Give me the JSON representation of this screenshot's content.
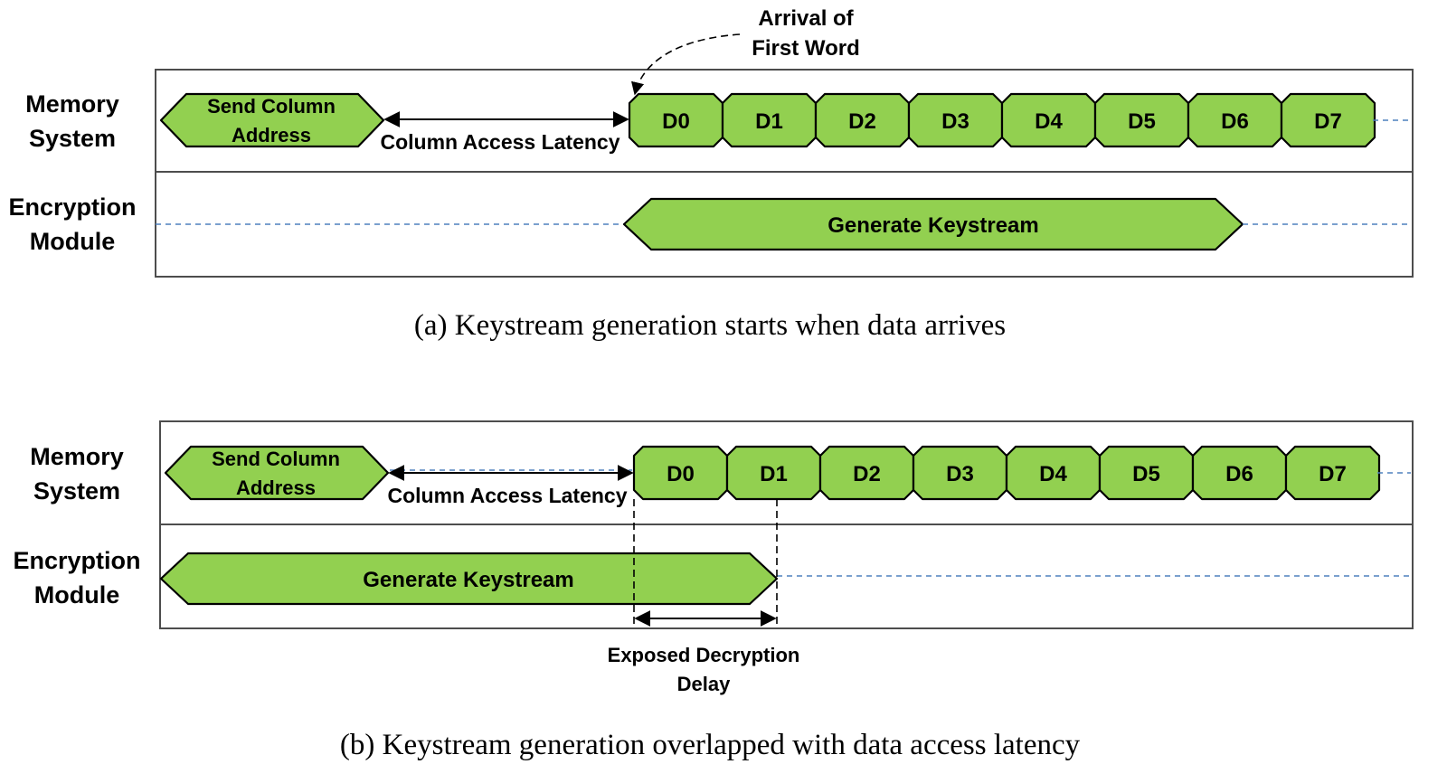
{
  "panels": [
    {
      "id": "a",
      "row_labels": {
        "memory": [
          "Memory",
          "System"
        ],
        "encryption": [
          "Encryption",
          "Module"
        ]
      },
      "send_column": [
        "Send Column",
        "Address"
      ],
      "latency_label": "Column Access Latency",
      "words": [
        "D0",
        "D1",
        "D2",
        "D3",
        "D4",
        "D5",
        "D6",
        "D7"
      ],
      "keystream_label": "Generate Keystream",
      "annotation": [
        "Arrival of",
        "First Word"
      ],
      "caption": "(a) Keystream generation starts when data arrives"
    },
    {
      "id": "b",
      "row_labels": {
        "memory": [
          "Memory",
          "System"
        ],
        "encryption": [
          "Encryption",
          "Module"
        ]
      },
      "send_column": [
        "Send Column",
        "Address"
      ],
      "latency_label": "Column Access Latency",
      "words": [
        "D0",
        "D1",
        "D2",
        "D3",
        "D4",
        "D5",
        "D6",
        "D7"
      ],
      "keystream_label": "Generate Keystream",
      "annotation": [
        "Exposed Decryption",
        "Delay"
      ],
      "caption": "(b) Keystream generation overlapped with data access latency"
    }
  ]
}
